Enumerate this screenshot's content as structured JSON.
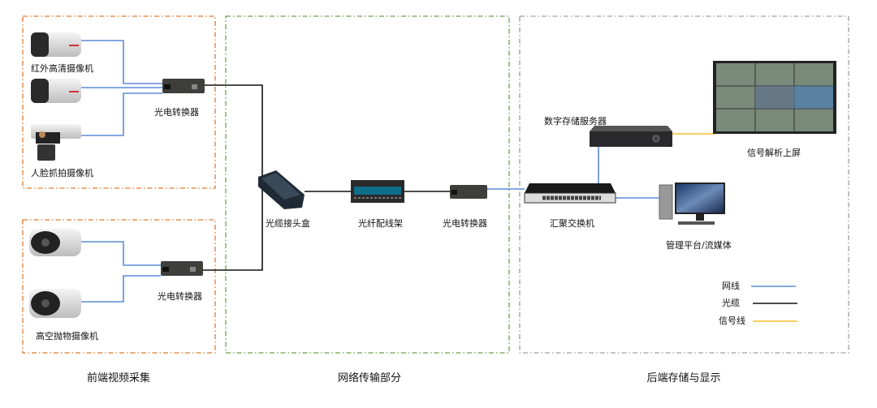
{
  "sections": {
    "front": "前端视频采集",
    "network": "网络传输部分",
    "back": "后端存储与显示"
  },
  "devices": {
    "ir_camera": "红外高清摄像机",
    "face_camera": "人脸抓拍摄像机",
    "falling_object_camera": "高空抛物摄像机",
    "converter_top": "光电转换器",
    "converter_bottom": "光电转换器",
    "splice_box": "光缆接头盒",
    "patch_panel": "光纤配线架",
    "converter_mid": "光电转换器",
    "switch": "汇聚交换机",
    "dvr": "数字存储服务器",
    "video_wall": "信号解析上屏",
    "platform": "管理平台/流媒体"
  },
  "legend": [
    {
      "label": "网线",
      "color": "#5b8bd6"
    },
    {
      "label": "光缆",
      "color": "#111111"
    },
    {
      "label": "信号线",
      "color": "#f5c02a"
    }
  ],
  "colors": {
    "front_border": "#e07a2e",
    "network_border": "#6aa14a",
    "back_border": "#888888"
  }
}
